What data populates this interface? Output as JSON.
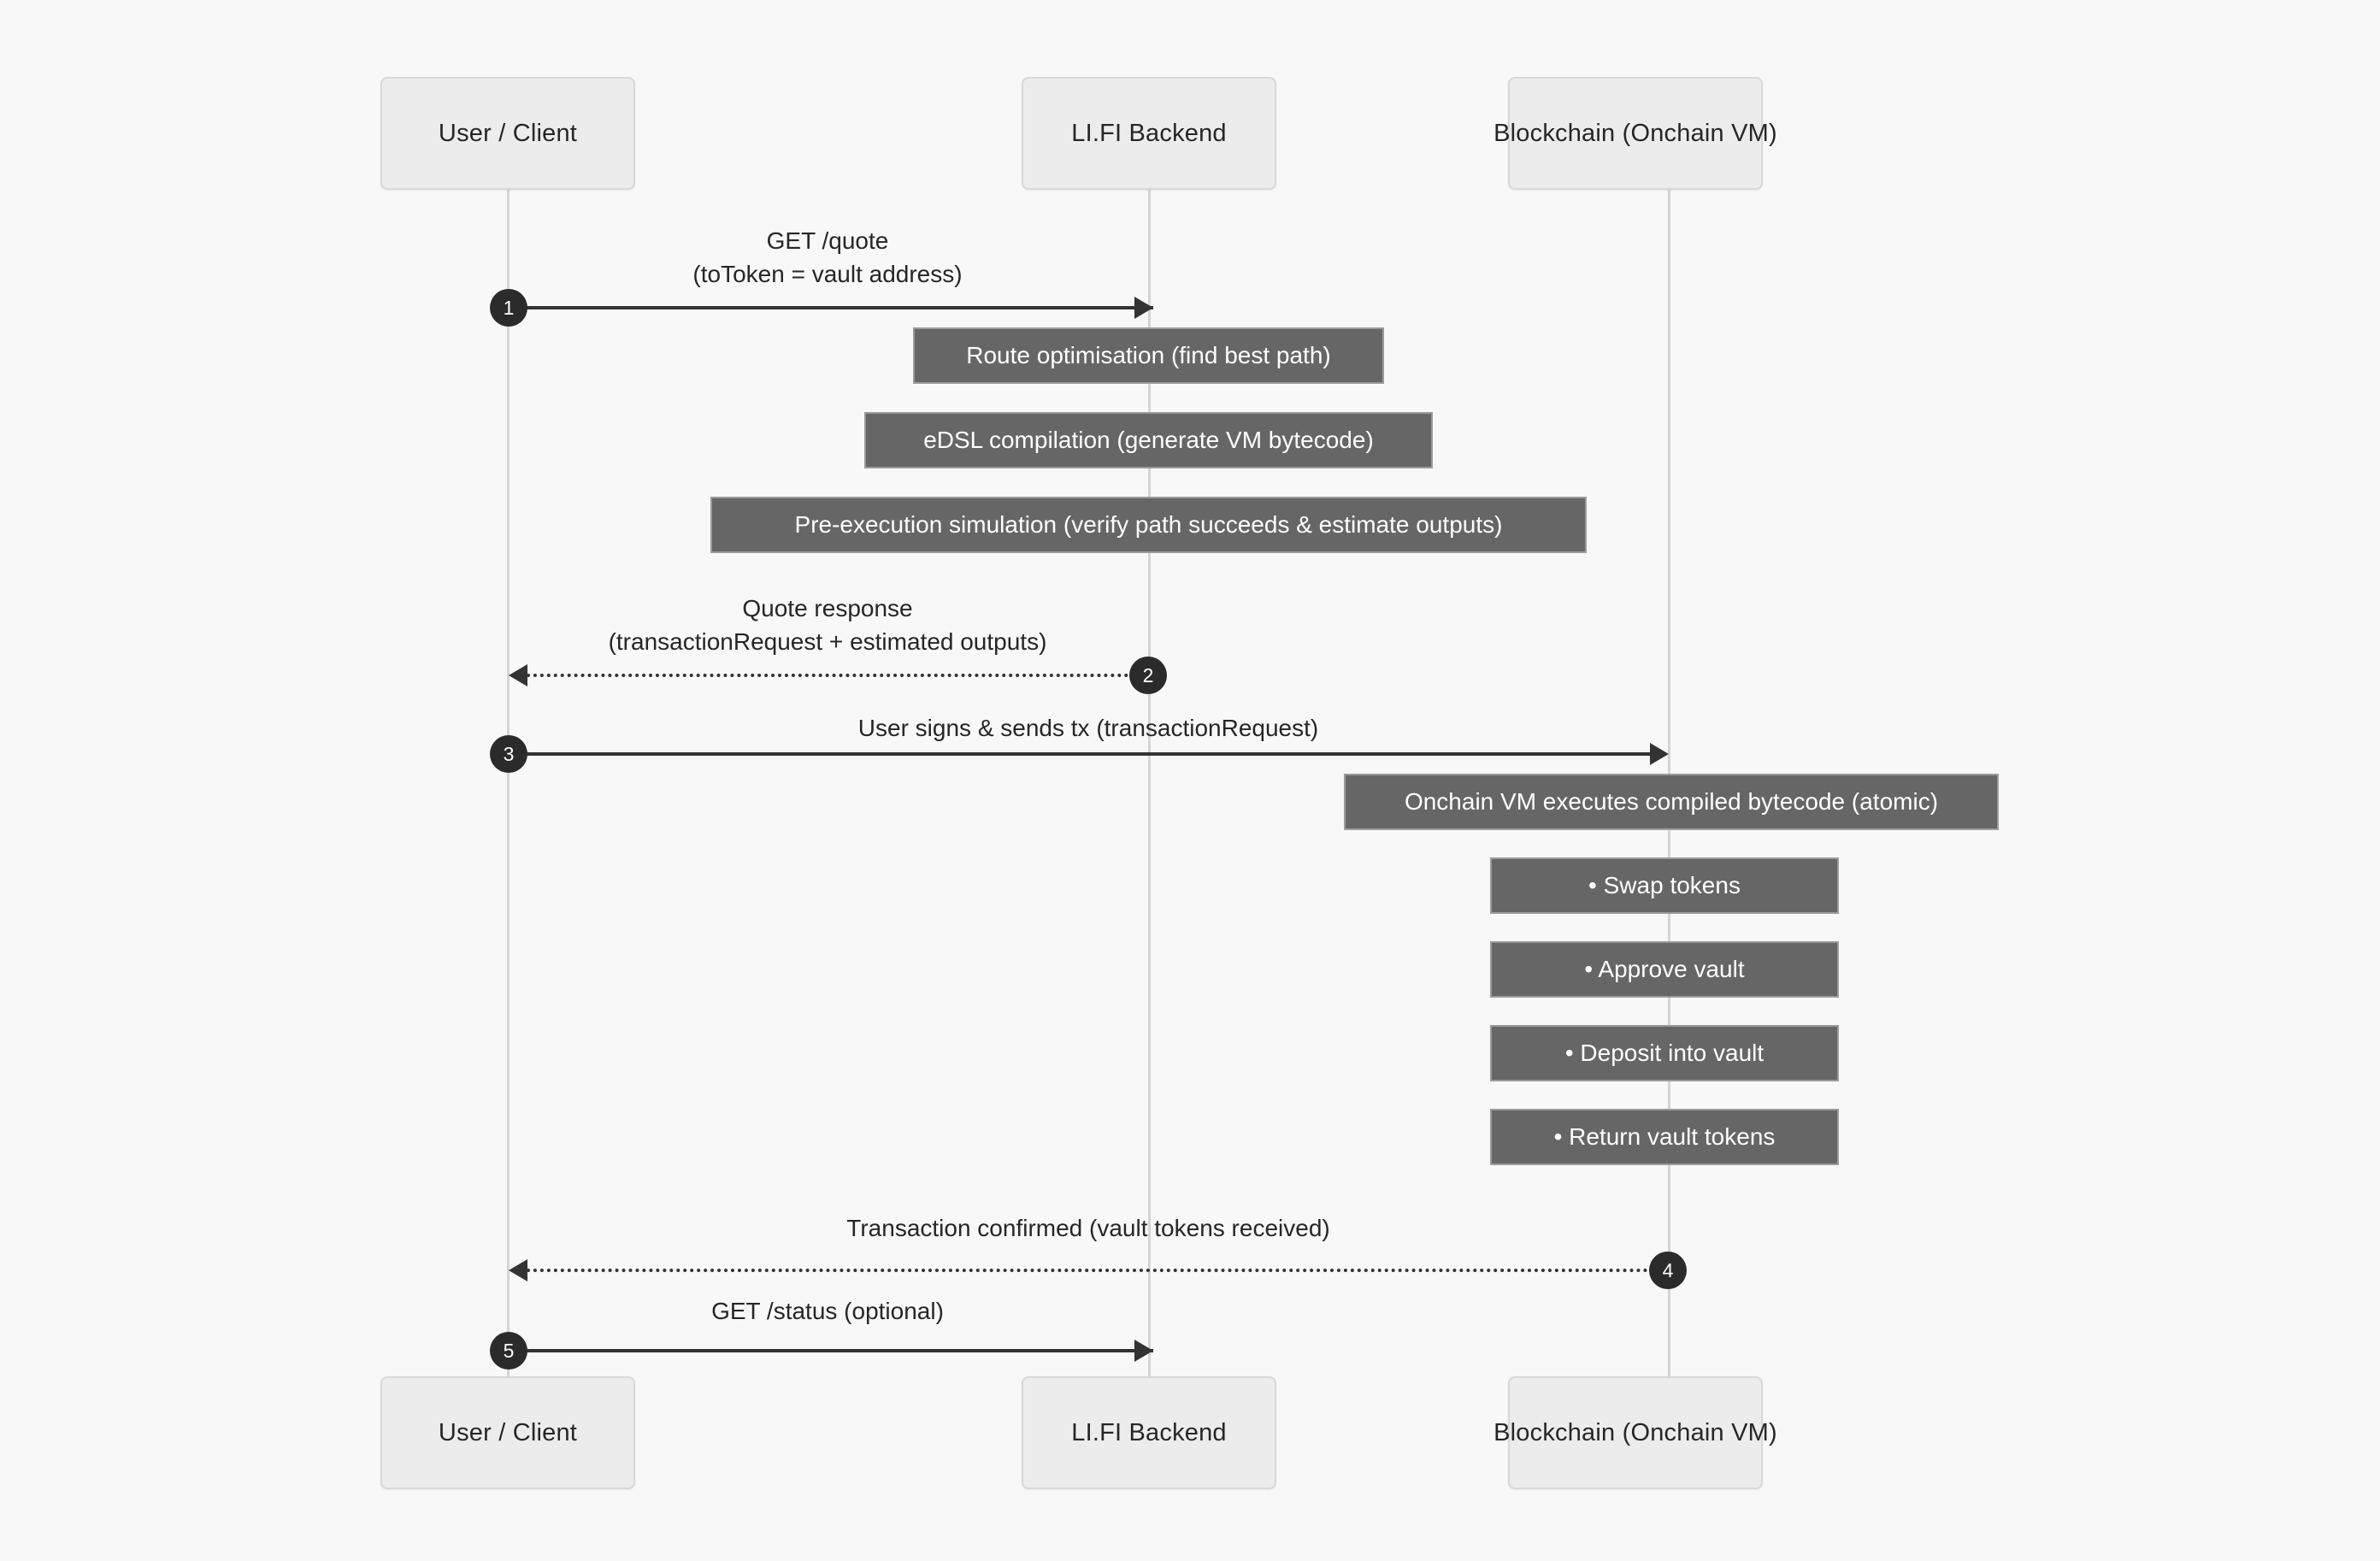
{
  "diagram": {
    "type": "sequence-diagram",
    "background_color": "#f8f8f8",
    "note_color": "#666666",
    "participant_color": "#ececec",
    "accent_color": "#2b2b2b",
    "participants": [
      {
        "id": "user",
        "label": "User / Client"
      },
      {
        "id": "backend",
        "label": "LI.FI Backend"
      },
      {
        "id": "chain",
        "label": "Blockchain (Onchain VM)"
      }
    ],
    "participants_bottom": [
      {
        "id": "user",
        "label": "User / Client"
      },
      {
        "id": "backend",
        "label": "LI.FI Backend"
      },
      {
        "id": "chain",
        "label": "Blockchain (Onchain VM)"
      }
    ],
    "messages": [
      {
        "number": "1",
        "from": "user",
        "to": "backend",
        "style": "solid",
        "direction": "right",
        "line1": "GET /quote",
        "line2": "(toToken = vault address)"
      },
      {
        "number": "2",
        "from": "backend",
        "to": "user",
        "style": "dashed",
        "direction": "left",
        "line1": "Quote response",
        "line2": "(transactionRequest + estimated outputs)"
      },
      {
        "number": "3",
        "from": "user",
        "to": "chain",
        "style": "solid",
        "direction": "right",
        "line1": "User signs & sends tx (transactionRequest)",
        "line2": ""
      },
      {
        "number": "4",
        "from": "chain",
        "to": "user",
        "style": "dashed",
        "direction": "left",
        "line1": "Transaction confirmed (vault tokens received)",
        "line2": ""
      },
      {
        "number": "5",
        "from": "user",
        "to": "backend",
        "style": "solid",
        "direction": "right",
        "line1": "GET /status (optional)",
        "line2": ""
      }
    ],
    "notes": [
      {
        "over": "backend",
        "text": "Route optimisation (find best path)"
      },
      {
        "over": "backend",
        "text": "eDSL compilation (generate VM bytecode)"
      },
      {
        "over": "backend",
        "text": "Pre-execution simulation (verify path succeeds & estimate outputs)"
      },
      {
        "over": "chain",
        "text": "Onchain VM executes compiled bytecode (atomic)"
      },
      {
        "over": "chain",
        "text": "• Swap tokens"
      },
      {
        "over": "chain",
        "text": "• Approve vault"
      },
      {
        "over": "chain",
        "text": "• Deposit into vault"
      },
      {
        "over": "chain",
        "text": "• Return vault tokens"
      }
    ]
  }
}
